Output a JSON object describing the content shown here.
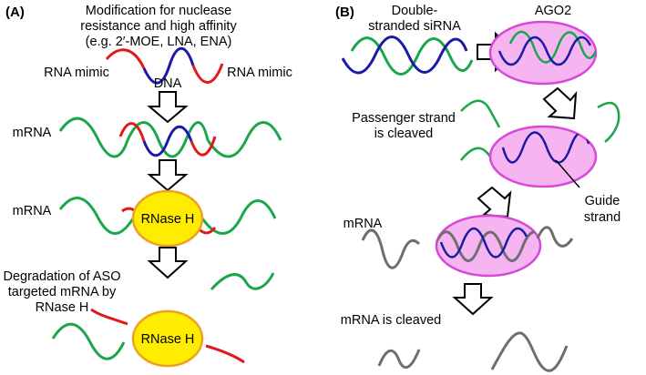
{
  "panel_a": {
    "label": "(A)",
    "header_lines": [
      "Modification for nuclease",
      "resistance and high affinity",
      "(e.g. 2′-MOE, LNA, ENA)"
    ],
    "rna_mimic_left": "RNA mimic",
    "rna_mimic_right": "RNA mimic",
    "dna": "DNA",
    "mrna_1": "mRNA",
    "mrna_2": "mRNA",
    "rnase_1": "RNase H",
    "degradation_lines": [
      "Degradation of ASO",
      "targeted mRNA by",
      "RNase H"
    ],
    "rnase_2": "RNase H"
  },
  "panel_b": {
    "label": "(B)",
    "ds_lines": [
      "Double-",
      "stranded siRNA"
    ],
    "ago2": "AGO2",
    "passenger_lines": [
      "Passenger strand",
      "is cleaved"
    ],
    "guide_lines": [
      "Guide",
      "strand"
    ],
    "mrna": "mRNA",
    "mrna_cleaved": "mRNA is cleaved"
  },
  "colors": {
    "green": "#1aa64a",
    "blue": "#1a1aa8",
    "red": "#e01a1a",
    "gray": "#6e6e6e",
    "yellow": "#ffec00",
    "yellow_stroke": "#f0a020",
    "pink": "#f6b4f0",
    "pink_stroke": "#d848d8"
  }
}
